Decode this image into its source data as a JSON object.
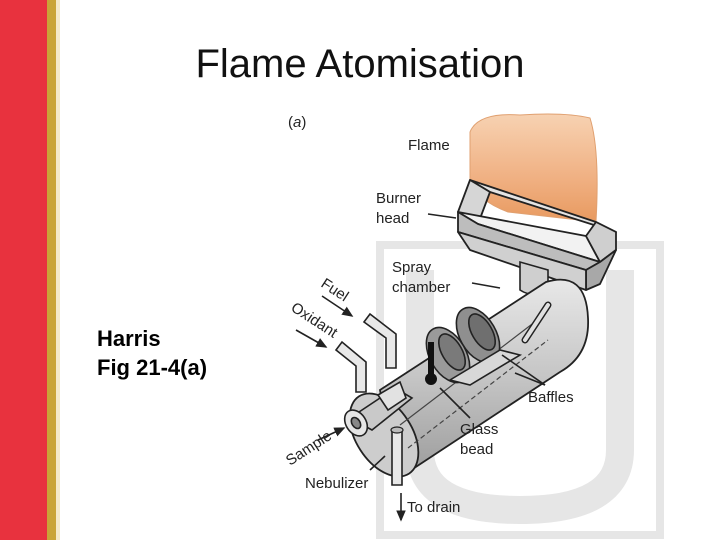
{
  "slide": {
    "title": "Flame Atomisation",
    "caption_line1": "Harris",
    "caption_line2": "Fig 21-4(a)"
  },
  "figure": {
    "panel_letter": "a",
    "labels": {
      "flame": "Flame",
      "burner_1": "Burner",
      "burner_2": "head",
      "spray_1": "Spray",
      "spray_2": "chamber",
      "fuel": "Fuel",
      "oxidant": "Oxidant",
      "sample": "Sample",
      "nebulizer": "Nebulizer",
      "baffles": "Baffles",
      "glass_1": "Glass",
      "glass_2": "bead",
      "drain": "To drain"
    }
  },
  "colors": {
    "red_stripe": "#e8323e",
    "gold_stripe": "#c9a437",
    "flame": "#f0b484",
    "chamber": "#c9c9c9"
  }
}
